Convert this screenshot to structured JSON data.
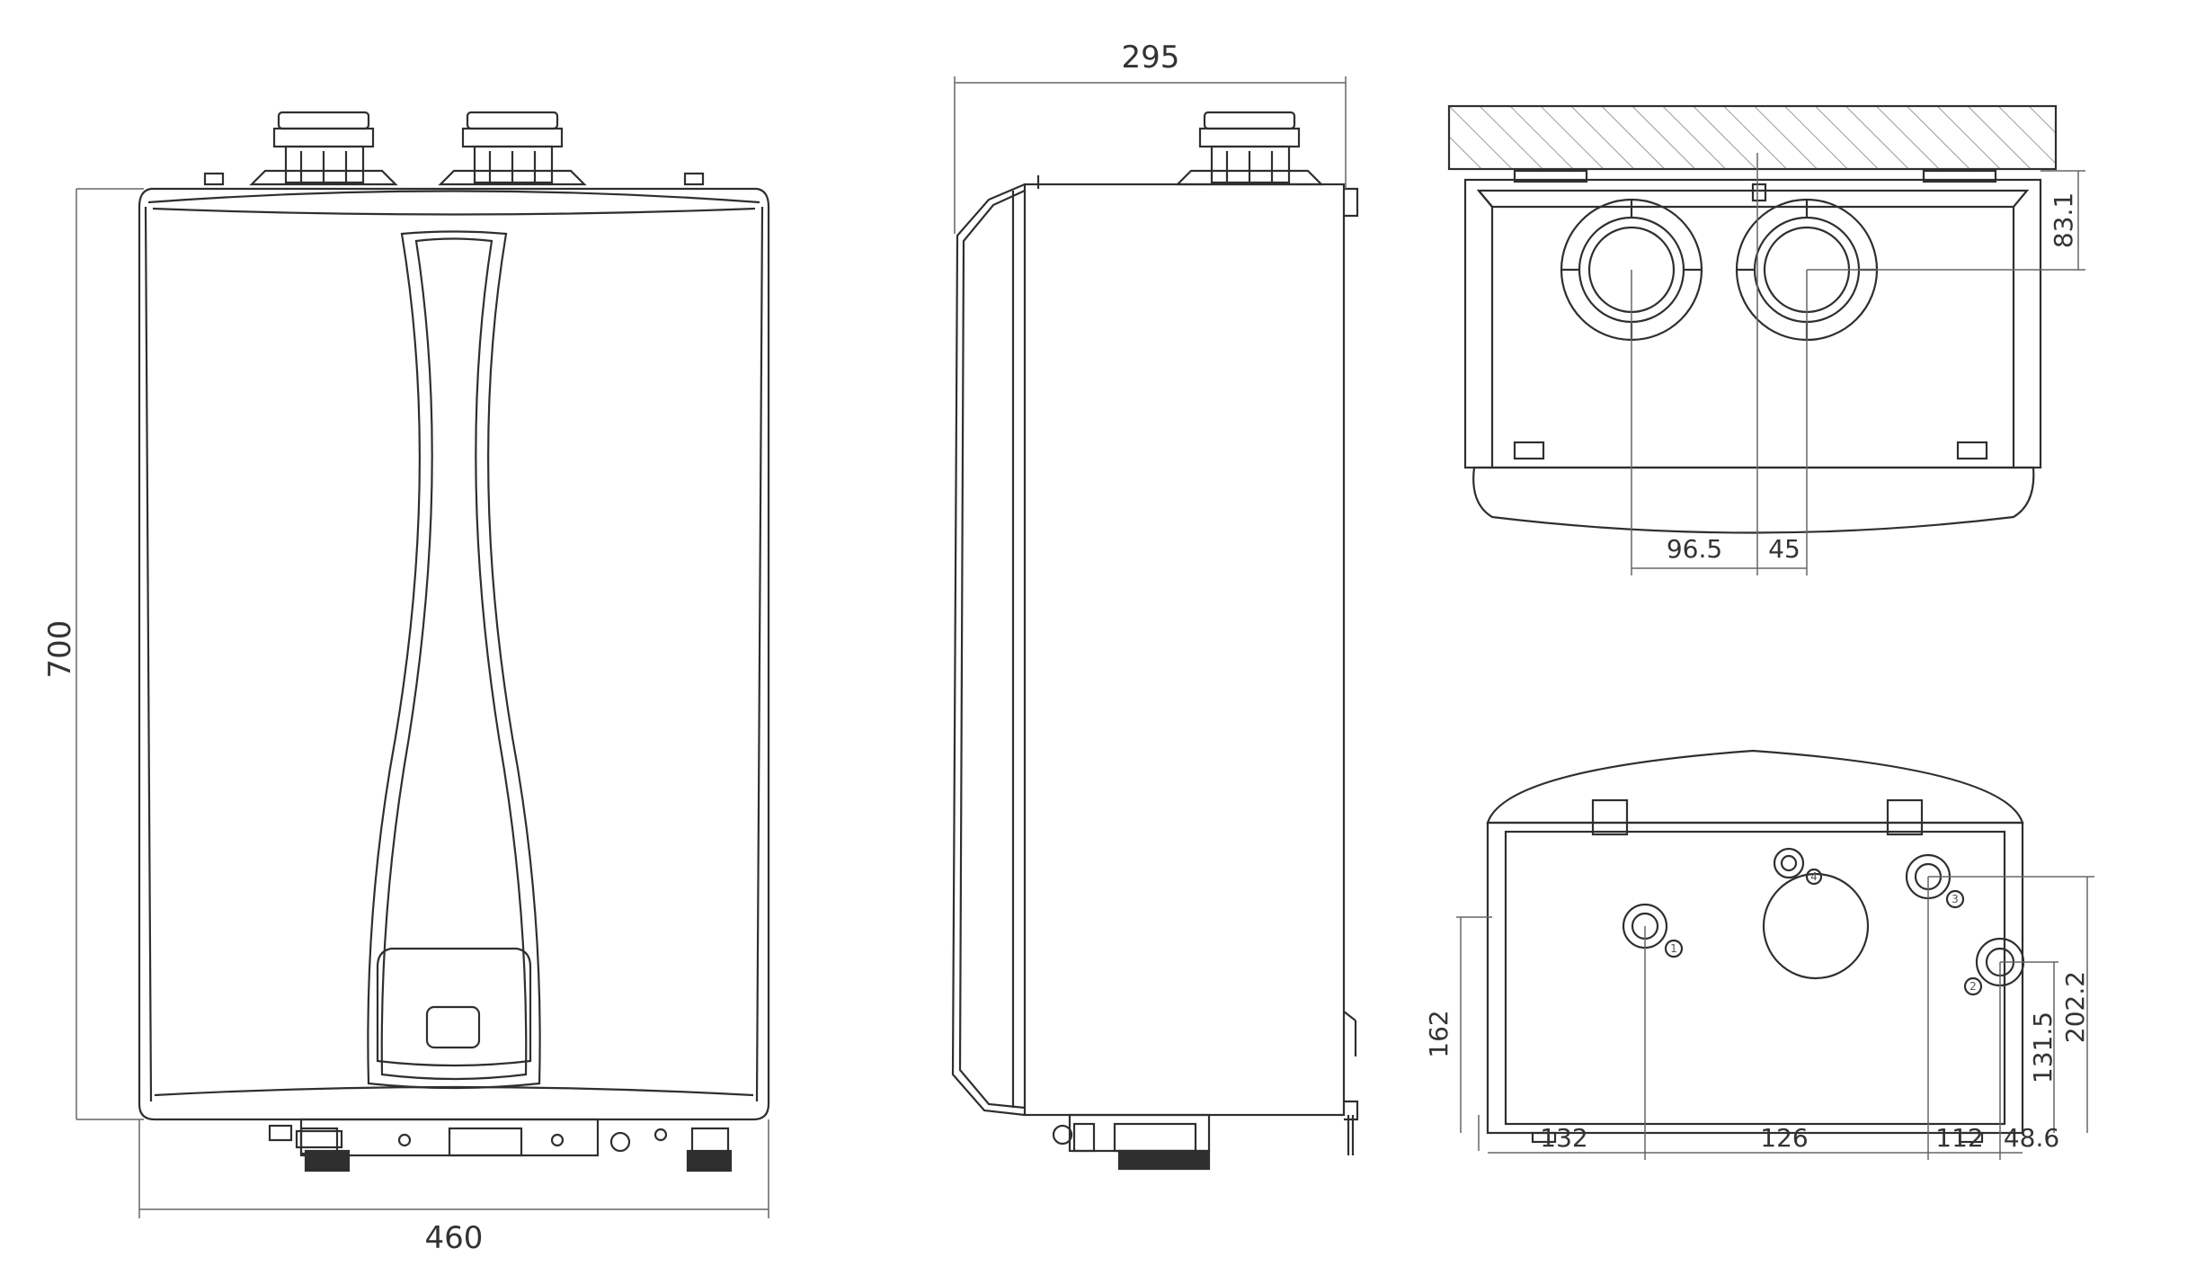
{
  "colors": {
    "line": "#2f2f2f",
    "dim_line": "#666666",
    "hatch": "#9a9a9a",
    "text": "#333333",
    "background": "#ffffff"
  },
  "views": {
    "front": {
      "height_dim": "700",
      "width_dim": "460"
    },
    "side": {
      "depth_dim": "295"
    },
    "top": {
      "top_offset_dim": "83.1",
      "flue_spacing_dim": "96.5",
      "offset_dim": "45"
    },
    "bottom": {
      "height_left_dim": "162",
      "height_right_dim_1": "131.5",
      "height_right_dim_2": "202.2",
      "spacing_1": "132",
      "spacing_2": "126",
      "spacing_3": "112",
      "spacing_4": "48.6",
      "connection_markers": [
        "1",
        "2",
        "3",
        "4"
      ]
    }
  }
}
